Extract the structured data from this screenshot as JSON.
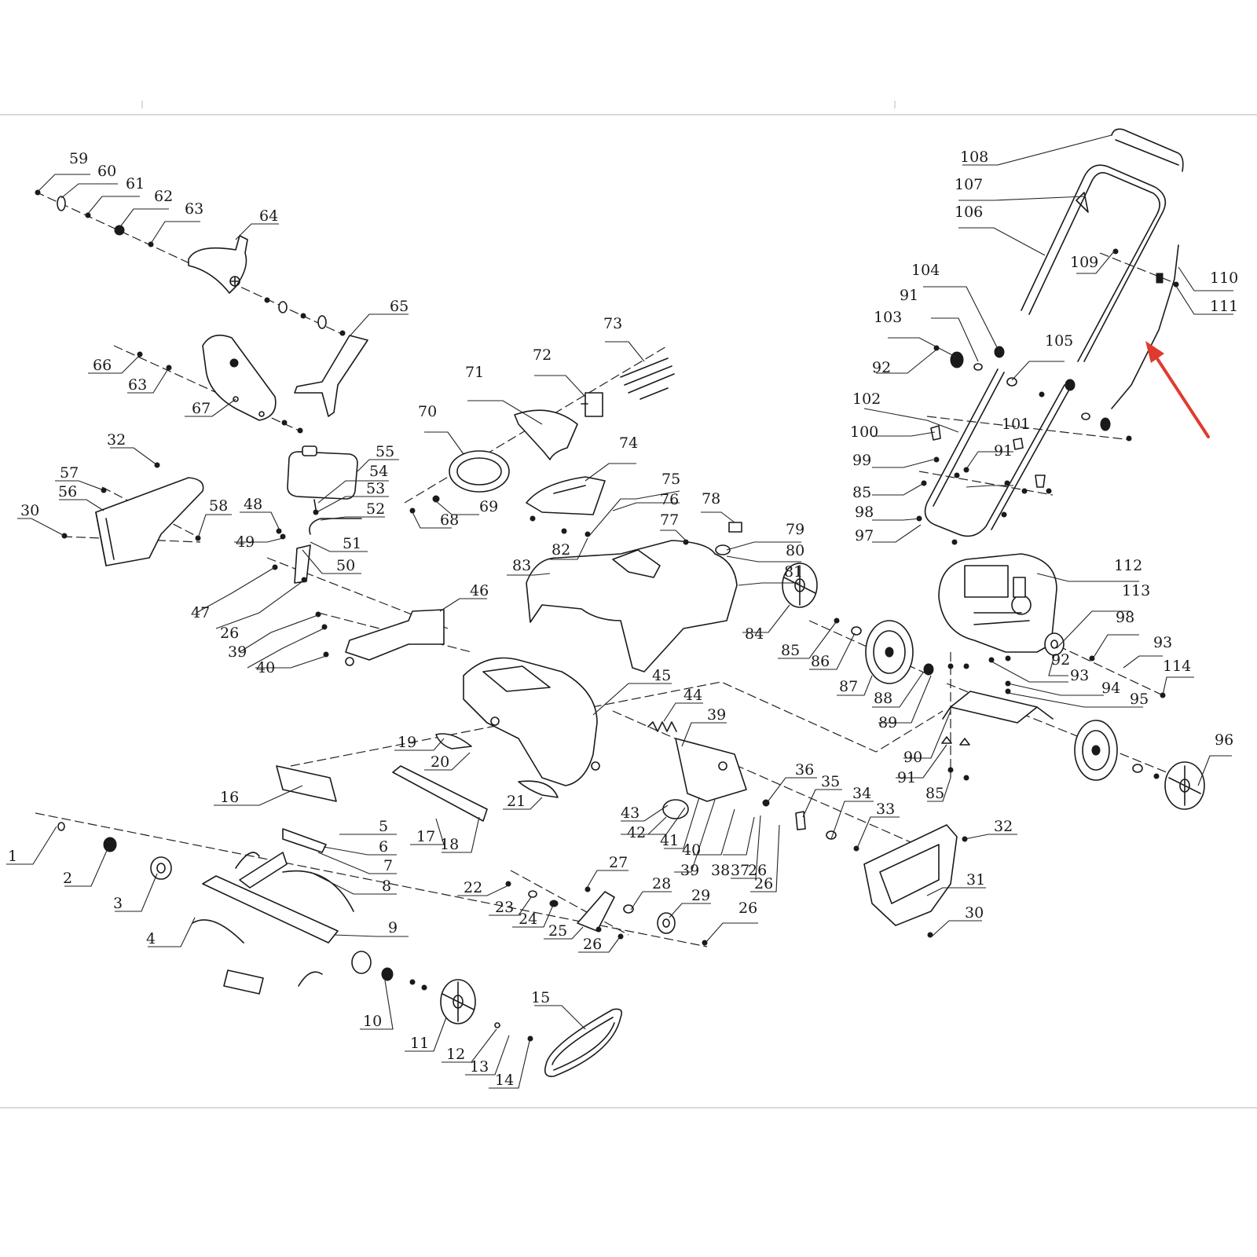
{
  "colors": {
    "line": "#1a1a1a",
    "highlight_arrow": "#e03a2f",
    "frame": "#d9d9d9"
  },
  "highlight": {
    "icon": "red-arrow-icon",
    "points_to_part": "110"
  },
  "callouts": [
    {
      "id": "c1",
      "label": "1"
    },
    {
      "id": "c2",
      "label": "2"
    },
    {
      "id": "c3",
      "label": "3"
    },
    {
      "id": "c4",
      "label": "4"
    },
    {
      "id": "c5",
      "label": "5"
    },
    {
      "id": "c6",
      "label": "6"
    },
    {
      "id": "c7",
      "label": "7"
    },
    {
      "id": "c8",
      "label": "8"
    },
    {
      "id": "c9",
      "label": "9"
    },
    {
      "id": "c10",
      "label": "10"
    },
    {
      "id": "c11",
      "label": "11"
    },
    {
      "id": "c12",
      "label": "12"
    },
    {
      "id": "c13",
      "label": "13"
    },
    {
      "id": "c14",
      "label": "14"
    },
    {
      "id": "c15",
      "label": "15"
    },
    {
      "id": "c16",
      "label": "16"
    },
    {
      "id": "c17",
      "label": "17"
    },
    {
      "id": "c18",
      "label": "18"
    },
    {
      "id": "c19",
      "label": "19"
    },
    {
      "id": "c20",
      "label": "20"
    },
    {
      "id": "c21",
      "label": "21"
    },
    {
      "id": "c22",
      "label": "22"
    },
    {
      "id": "c23",
      "label": "23"
    },
    {
      "id": "c24",
      "label": "24"
    },
    {
      "id": "c25",
      "label": "25"
    },
    {
      "id": "c26a",
      "label": "26"
    },
    {
      "id": "c26b",
      "label": "26"
    },
    {
      "id": "c26c",
      "label": "26"
    },
    {
      "id": "c26d",
      "label": "26"
    },
    {
      "id": "c26e",
      "label": "26"
    },
    {
      "id": "c27",
      "label": "27"
    },
    {
      "id": "c28",
      "label": "28"
    },
    {
      "id": "c29",
      "label": "29"
    },
    {
      "id": "c30a",
      "label": "30"
    },
    {
      "id": "c30b",
      "label": "30"
    },
    {
      "id": "c31",
      "label": "31"
    },
    {
      "id": "c32a",
      "label": "32"
    },
    {
      "id": "c32b",
      "label": "32"
    },
    {
      "id": "c33",
      "label": "33"
    },
    {
      "id": "c34",
      "label": "34"
    },
    {
      "id": "c35",
      "label": "35"
    },
    {
      "id": "c36",
      "label": "36"
    },
    {
      "id": "c37",
      "label": "37"
    },
    {
      "id": "c38",
      "label": "38"
    },
    {
      "id": "c39a",
      "label": "39"
    },
    {
      "id": "c39b",
      "label": "39"
    },
    {
      "id": "c39c",
      "label": "39"
    },
    {
      "id": "c40a",
      "label": "40"
    },
    {
      "id": "c40b",
      "label": "40"
    },
    {
      "id": "c41",
      "label": "41"
    },
    {
      "id": "c42",
      "label": "42"
    },
    {
      "id": "c43",
      "label": "43"
    },
    {
      "id": "c44",
      "label": "44"
    },
    {
      "id": "c45",
      "label": "45"
    },
    {
      "id": "c46",
      "label": "46"
    },
    {
      "id": "c47",
      "label": "47"
    },
    {
      "id": "c48",
      "label": "48"
    },
    {
      "id": "c49",
      "label": "49"
    },
    {
      "id": "c50",
      "label": "50"
    },
    {
      "id": "c51",
      "label": "51"
    },
    {
      "id": "c52",
      "label": "52"
    },
    {
      "id": "c53",
      "label": "53"
    },
    {
      "id": "c54",
      "label": "54"
    },
    {
      "id": "c55",
      "label": "55"
    },
    {
      "id": "c56",
      "label": "56"
    },
    {
      "id": "c57",
      "label": "57"
    },
    {
      "id": "c58",
      "label": "58"
    },
    {
      "id": "c59",
      "label": "59"
    },
    {
      "id": "c60",
      "label": "60"
    },
    {
      "id": "c61",
      "label": "61"
    },
    {
      "id": "c62",
      "label": "62"
    },
    {
      "id": "c63a",
      "label": "63"
    },
    {
      "id": "c63b",
      "label": "63"
    },
    {
      "id": "c64",
      "label": "64"
    },
    {
      "id": "c65",
      "label": "65"
    },
    {
      "id": "c66",
      "label": "66"
    },
    {
      "id": "c67",
      "label": "67"
    },
    {
      "id": "c68",
      "label": "68"
    },
    {
      "id": "c69",
      "label": "69"
    },
    {
      "id": "c70",
      "label": "70"
    },
    {
      "id": "c71",
      "label": "71"
    },
    {
      "id": "c72",
      "label": "72"
    },
    {
      "id": "c73",
      "label": "73"
    },
    {
      "id": "c74",
      "label": "74"
    },
    {
      "id": "c75",
      "label": "75"
    },
    {
      "id": "c76",
      "label": "76"
    },
    {
      "id": "c77",
      "label": "77"
    },
    {
      "id": "c78",
      "label": "78"
    },
    {
      "id": "c79",
      "label": "79"
    },
    {
      "id": "c80",
      "label": "80"
    },
    {
      "id": "c81",
      "label": "81"
    },
    {
      "id": "c82",
      "label": "82"
    },
    {
      "id": "c83",
      "label": "83"
    },
    {
      "id": "c84",
      "label": "84"
    },
    {
      "id": "c85a",
      "label": "85"
    },
    {
      "id": "c85b",
      "label": "85"
    },
    {
      "id": "c85c",
      "label": "85"
    },
    {
      "id": "c86",
      "label": "86"
    },
    {
      "id": "c87",
      "label": "87"
    },
    {
      "id": "c88",
      "label": "88"
    },
    {
      "id": "c89",
      "label": "89"
    },
    {
      "id": "c90",
      "label": "90"
    },
    {
      "id": "c91a",
      "label": "91"
    },
    {
      "id": "c91b",
      "label": "91"
    },
    {
      "id": "c91c",
      "label": "91"
    },
    {
      "id": "c92a",
      "label": "92"
    },
    {
      "id": "c92b",
      "label": "92"
    },
    {
      "id": "c93a",
      "label": "93"
    },
    {
      "id": "c93b",
      "label": "93"
    },
    {
      "id": "c94",
      "label": "94"
    },
    {
      "id": "c95",
      "label": "95"
    },
    {
      "id": "c96",
      "label": "96"
    },
    {
      "id": "c97",
      "label": "97"
    },
    {
      "id": "c98a",
      "label": "98"
    },
    {
      "id": "c98b",
      "label": "98"
    },
    {
      "id": "c99",
      "label": "99"
    },
    {
      "id": "c100",
      "label": "100"
    },
    {
      "id": "c101",
      "label": "101"
    },
    {
      "id": "c102",
      "label": "102"
    },
    {
      "id": "c103",
      "label": "103"
    },
    {
      "id": "c104",
      "label": "104"
    },
    {
      "id": "c105",
      "label": "105"
    },
    {
      "id": "c106",
      "label": "106"
    },
    {
      "id": "c107",
      "label": "107"
    },
    {
      "id": "c108",
      "label": "108"
    },
    {
      "id": "c109",
      "label": "109"
    },
    {
      "id": "c110",
      "label": "110"
    },
    {
      "id": "c111",
      "label": "111"
    },
    {
      "id": "c112",
      "label": "112"
    },
    {
      "id": "c113",
      "label": "113"
    },
    {
      "id": "c114",
      "label": "114"
    }
  ]
}
